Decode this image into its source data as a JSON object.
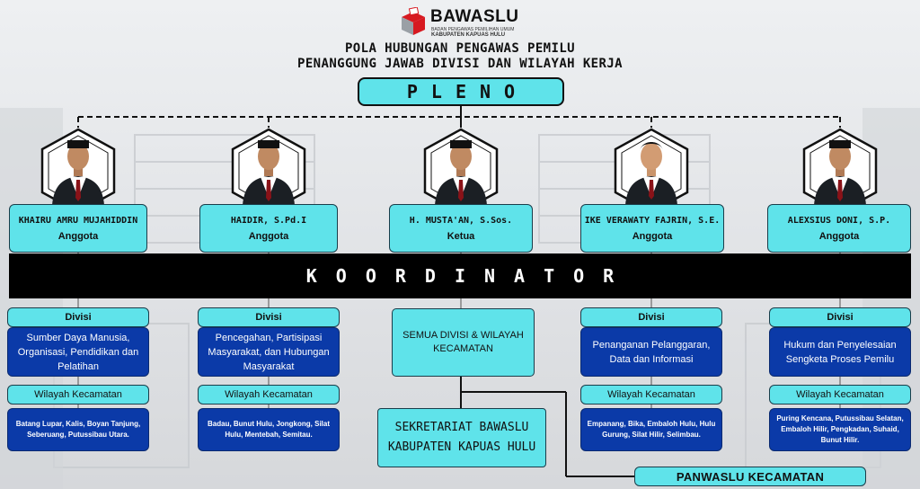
{
  "header": {
    "logo_name": "BAWASLU",
    "logo_sub1": "BADAN PENGAWAS PEMILIHAN UMUM",
    "logo_sub2": "KABUPATEN KAPUAS HULU",
    "title_line1": "POLA HUBUNGAN PENGAWAS PEMILU",
    "title_line2": "PENANGGUNG JAWAB DIVISI DAN WILAYAH KERJA"
  },
  "pleno": "PLENO",
  "members": [
    {
      "name": "KHAIRU AMRU MUJAHIDDIN",
      "role": "Anggota"
    },
    {
      "name": "HAIDIR, S.Pd.I",
      "role": "Anggota"
    },
    {
      "name": "H. MUSTA'AN, S.Sos.",
      "role": "Ketua"
    },
    {
      "name": "IKE VERAWATY FAJRIN, S.E.",
      "role": "Anggota"
    },
    {
      "name": "ALEXSIUS DONI, S.P.",
      "role": "Anggota"
    }
  ],
  "koordinator": "KOORDINATOR",
  "labels": {
    "divisi": "Divisi",
    "wilayah": "Wilayah Kecamatan"
  },
  "divisions": [
    {
      "divisi": "Sumber Daya Manusia, Organisasi, Pendidikan dan Pelatihan",
      "kecamatan": "Batang Lupar, Kalis, Boyan Tanjung, Seberuang, Putussibau Utara."
    },
    {
      "divisi": "Pencegahan, Partisipasi Masyarakat, dan Hubungan Masyarakat",
      "kecamatan": "Badau, Bunut Hulu, Jongkong, Silat Hulu, Mentebah, Semitau."
    },
    {
      "divisi": "Penanganan Pelanggaran, Data dan Informasi",
      "kecamatan": "Empanang, Bika, Embaloh Hulu, Hulu Gurung, Silat Hilir, Selimbau."
    },
    {
      "divisi": "Hukum dan Penyelesaian Sengketa Proses Pemilu",
      "kecamatan": "Puring Kencana, Putussibau Selatan, Embaloh Hilir, Pengkadan, Suhaid, Bunut  Hilir."
    }
  ],
  "center": {
    "semua": "SEMUA DIVISI & WILAYAH KECAMATAN",
    "sekretariat": "SEKRETARIAT BAWASLU KABUPATEN KAPUAS HULU",
    "panwaslu": "PANWASLU KECAMATAN"
  },
  "colors": {
    "cyan": "#5fe3ea",
    "navy": "#0b3aa8",
    "logo_red": "#d71920",
    "bar": "#000000"
  }
}
